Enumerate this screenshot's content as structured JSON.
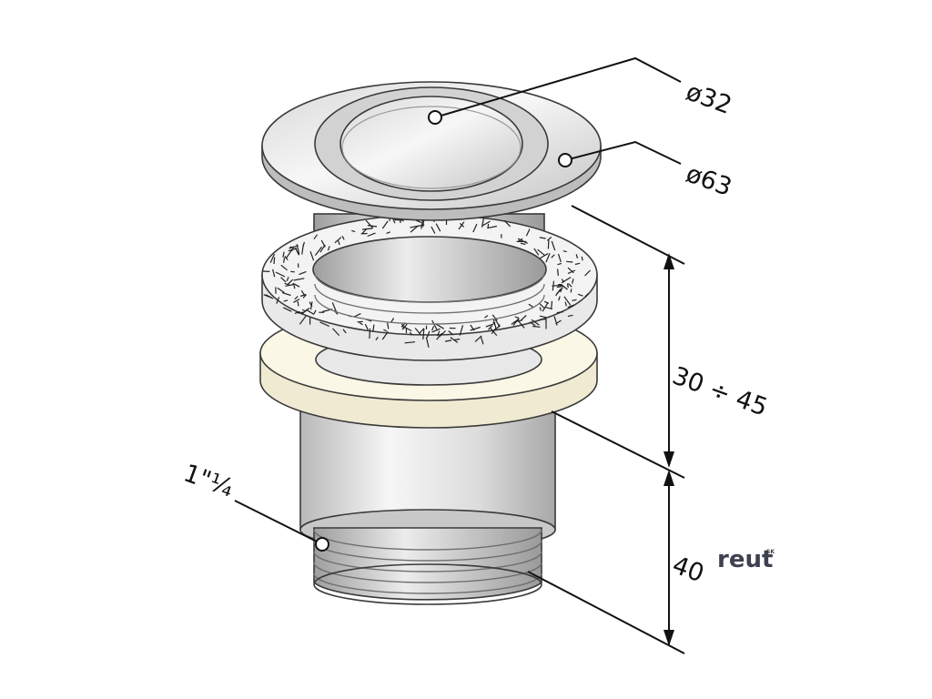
{
  "labels": {
    "inner_diameter": "ø32",
    "outer_diameter": "ø63",
    "adjust_range": "30 ÷ 45",
    "lower_height": "40",
    "thread_size": "1\"¼"
  },
  "logo": {
    "text": "reut",
    "mark": "SK"
  },
  "colors": {
    "line": "#111111",
    "metal_light": "#f4f4f4",
    "metal_mid": "#d4d4d4",
    "metal_dark": "#a9a9a9",
    "washer_cream": "#fbf7e6",
    "gasket": "#f3f3f3",
    "logo": "#3d4150"
  }
}
